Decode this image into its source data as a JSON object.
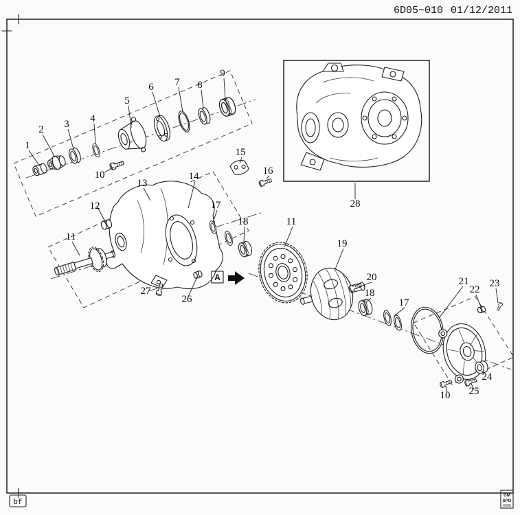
{
  "header": {
    "doc_id": "6D05−010",
    "doc_date": "01/12/2011"
  },
  "footer": {
    "plate_code": "bf",
    "logo_line1": "GM",
    "logo_line2": "SPO"
  },
  "diagram": {
    "section_marker": "A",
    "callouts": [
      {
        "text": "1"
      },
      {
        "text": "2"
      },
      {
        "text": "3"
      },
      {
        "text": "4"
      },
      {
        "text": "5"
      },
      {
        "text": "6"
      },
      {
        "text": "7"
      },
      {
        "text": "8"
      },
      {
        "text": "9"
      },
      {
        "text": "10"
      },
      {
        "text": "12"
      },
      {
        "text": "13"
      },
      {
        "text": "14"
      },
      {
        "text": "15"
      },
      {
        "text": "16"
      },
      {
        "text": "11"
      },
      {
        "text": "17"
      },
      {
        "text": "18"
      },
      {
        "text": "11"
      },
      {
        "text": "19"
      },
      {
        "text": "20"
      },
      {
        "text": "18"
      },
      {
        "text": "17"
      },
      {
        "text": "21"
      },
      {
        "text": "22"
      },
      {
        "text": "23"
      },
      {
        "text": "24"
      },
      {
        "text": "25"
      },
      {
        "text": "10"
      },
      {
        "text": "26"
      },
      {
        "text": "27"
      },
      {
        "text": "28"
      }
    ]
  }
}
